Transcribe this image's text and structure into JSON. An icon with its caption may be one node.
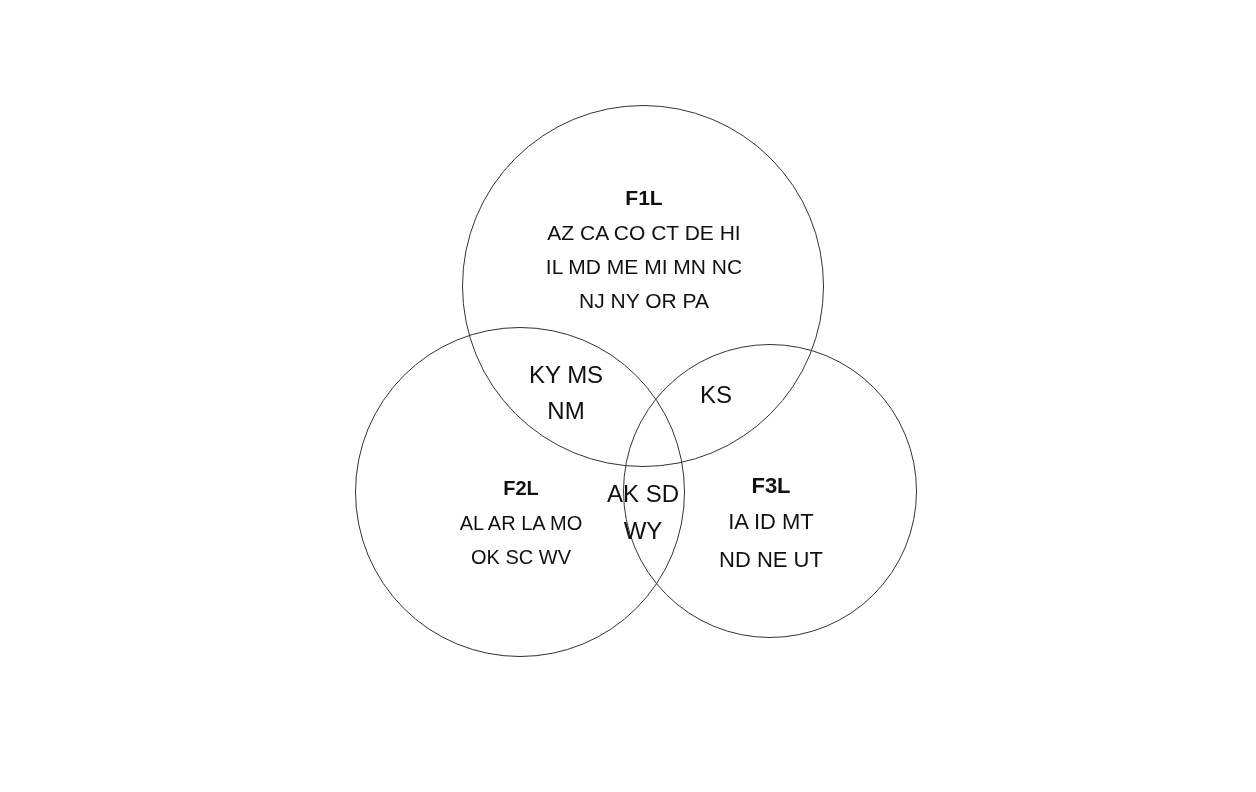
{
  "diagram": {
    "nodes": [
      {
        "text": [
          "F1L",
          "AZ CA CO CT DE HI IL MD ME MI MN NC NJ NY OR PA"
        ]
      },
      {
        "text": [
          "F2L",
          "AL AR LA MO OK SC WV"
        ]
      },
      {
        "text": [
          "F3L",
          "IA ID MT ND NE UT"
        ]
      }
    ],
    "labels": [
      "KY MS NM",
      "KS",
      "AK SD WY"
    ]
  }
}
